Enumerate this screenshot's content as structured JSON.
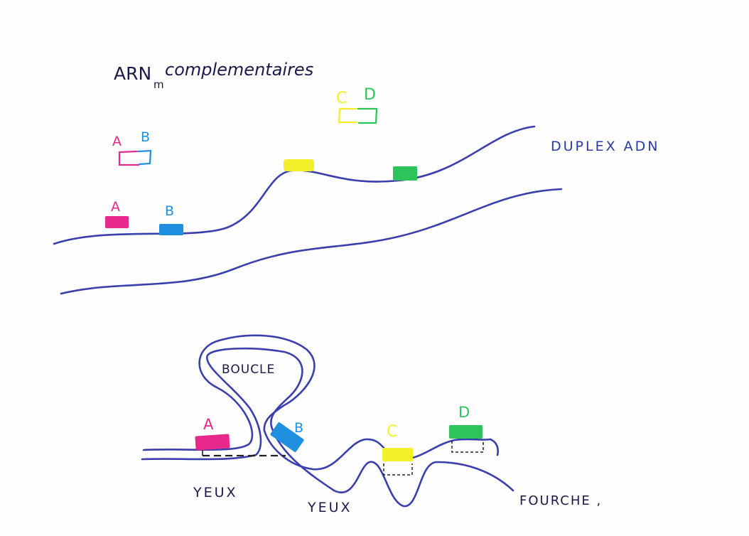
{
  "title": {
    "base": "ARN",
    "sub": "m",
    "rest": "complementaires"
  },
  "duplex_label": "DUPLEX ADN",
  "top_markers": {
    "A": "A",
    "B": "B",
    "C": "C",
    "D": "D"
  },
  "bottom_markers": {
    "A": "A",
    "B": "B",
    "C": "C",
    "D": "D"
  },
  "bottom_labels": {
    "loop": "BOUCLE",
    "eye1": "YEUX",
    "eye2": "YEUX",
    "fork": "FOURCHE ,"
  },
  "colors": {
    "strand": "#3a3fae",
    "A": "#e8288a",
    "B": "#1f8fe0",
    "C": "#f2f02a",
    "D": "#2ec45c",
    "text": "#1a1a4a",
    "duplex_text": "#2a3aa8"
  }
}
